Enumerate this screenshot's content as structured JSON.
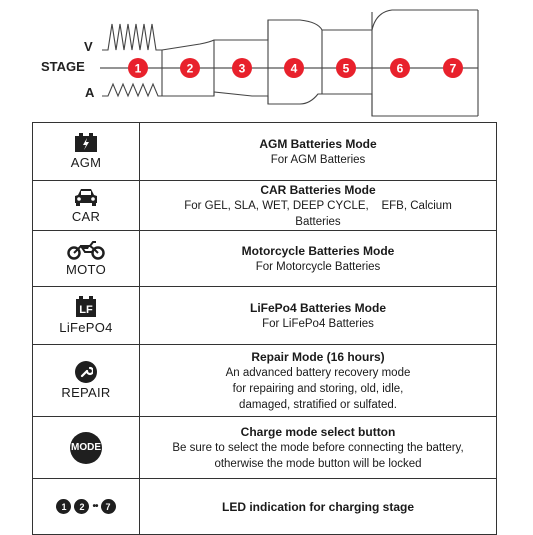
{
  "diagram": {
    "v_label": "V",
    "stage_label": "STAGE",
    "a_label": "A",
    "stages": [
      "1",
      "2",
      "3",
      "4",
      "5",
      "6",
      "7"
    ],
    "stage_color": "#e8212c"
  },
  "rows": [
    {
      "icon": "agm-battery-icon",
      "caption": "AGM",
      "title": "AGM Batteries Mode",
      "lines": [
        "For AGM Batteries"
      ]
    },
    {
      "icon": "car-icon",
      "caption": "CAR",
      "title": "CAR Batteries Mode",
      "lines": [
        "For GEL, SLA, WET, DEEP CYCLE,    EFB, Calcium",
        "Batteries"
      ]
    },
    {
      "icon": "motorcycle-icon",
      "caption": "MOTO",
      "title": "Motorcycle Batteries Mode",
      "lines": [
        "For Motorcycle Batteries"
      ]
    },
    {
      "icon": "lifepo4-battery-icon",
      "caption": "LiFePO4",
      "title": "LiFePo4 Batteries Mode",
      "lines": [
        "For LiFePo4 Batteries"
      ]
    },
    {
      "icon": "wrench-icon",
      "caption": "REPAIR",
      "title": "Repair Mode (16 hours)",
      "lines": [
        "An advanced battery recovery mode",
        "for repairing and storing, old, idle,",
        "damaged, stratified or sulfated."
      ]
    },
    {
      "icon": "mode-button-icon",
      "caption": "MODE",
      "title": "Charge mode select button",
      "lines": [
        "Be sure to select the mode before connecting the battery,",
        "otherwise the mode button will be locked"
      ]
    },
    {
      "icon": "led-indicators-icon",
      "caption": "",
      "led_labels": [
        "1",
        "2",
        "7"
      ],
      "led_separator": "••",
      "title": "LED indication for charging stage",
      "lines": []
    }
  ]
}
